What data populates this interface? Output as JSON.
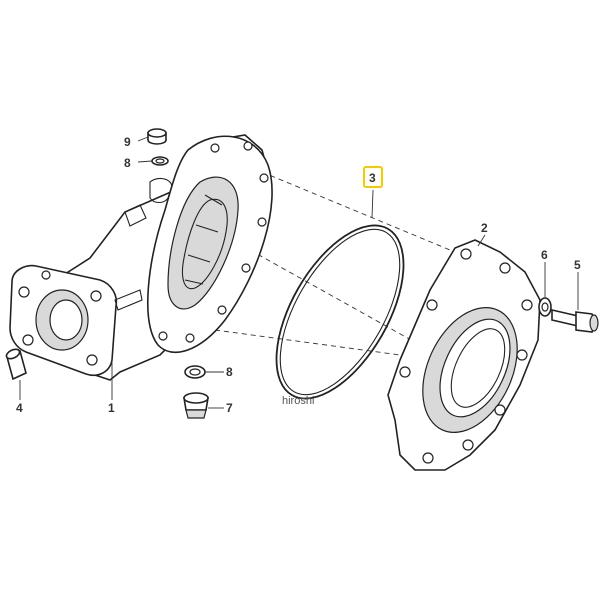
{
  "callouts": {
    "n1": "1",
    "n2": "2",
    "n3": "3",
    "n4": "4",
    "n5": "5",
    "n6": "6",
    "n7": "7",
    "n8a": "8",
    "n8b": "8",
    "n9": "9"
  },
  "watermark": "hiroshi",
  "colors": {
    "highlight": "#f2cc00",
    "line": "#222222",
    "text": "#333333"
  }
}
